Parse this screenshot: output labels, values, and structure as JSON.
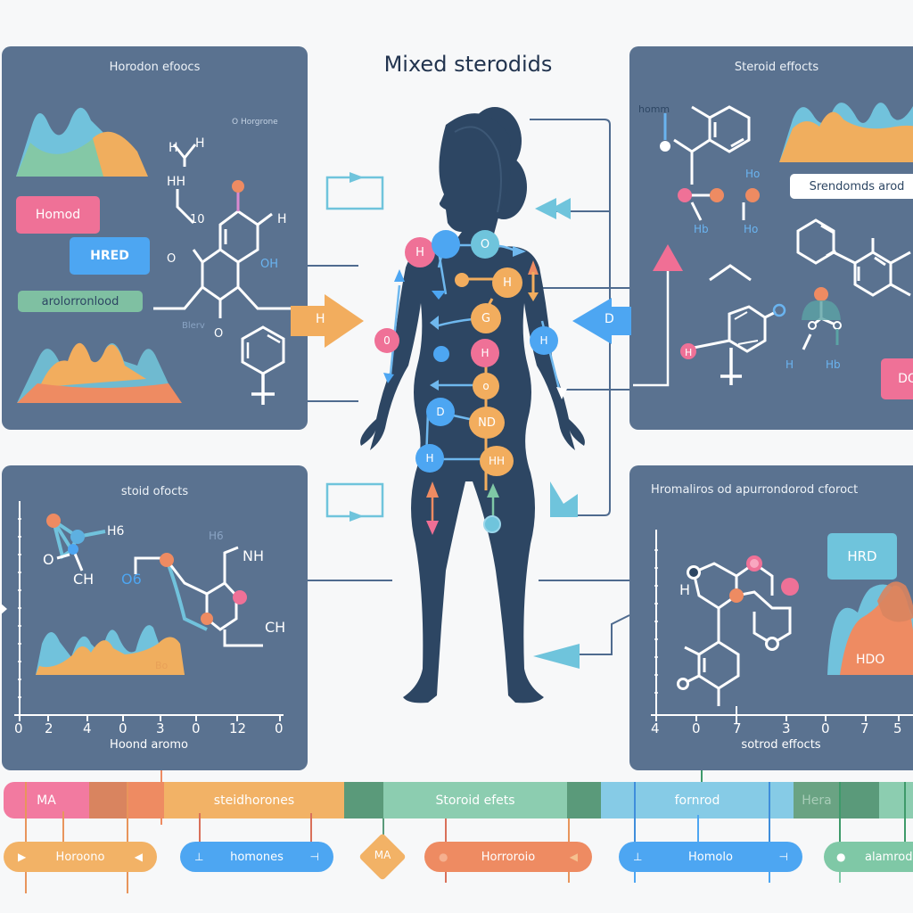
{
  "title": "Mixed sterodids",
  "colors": {
    "panel": "#5a7290",
    "body": "#2d4663",
    "pink": "#f06f95",
    "blue": "#4da6f2",
    "orange": "#f2ad5e",
    "coral": "#ee8b62",
    "green": "#7fc8a6",
    "teal": "#6fc4dc",
    "darkgreen": "#5a9a7a"
  },
  "panels": {
    "top_left": {
      "title": "Horodon efoocs",
      "chips": [
        "Homod",
        "HRED",
        "arolorronlood"
      ],
      "molecule_labels": [
        "H",
        "H",
        "HH",
        "10",
        "H",
        "OH",
        "O",
        "O"
      ],
      "side_label": "O Horgrone",
      "faint_label": "Blerv"
    },
    "top_right": {
      "title": "Steroid effocts",
      "chip": "Srendomds arod",
      "chip_pink": "DO",
      "molecule_labels": [
        "homm",
        "Ho",
        "Hb",
        "Ho",
        "H",
        "Hb"
      ]
    },
    "bottom_left": {
      "title": "stoid ofocts",
      "molecule_labels": [
        "H6",
        "O",
        "CH",
        "O6",
        "H6",
        "NH",
        "CH"
      ],
      "area_label": "Bo",
      "x_ticks": [
        "0",
        "2",
        "4",
        "0",
        "3",
        "0",
        "12",
        "0"
      ],
      "xlabel": "Hoond aromo"
    },
    "bottom_right": {
      "title": "Hromaliros od apurrondorod cforoct",
      "chip": "HRD",
      "area_label": "HDO",
      "molecule_labels": [
        "H"
      ],
      "x_ticks": [
        "4",
        "0",
        "7",
        "3",
        "0",
        "7",
        "5"
      ],
      "xlabel": "sotrod effocts"
    }
  },
  "arrows": {
    "left_arrow_label": "H",
    "right_arrow_label": "D"
  },
  "body_nodes": [
    {
      "label": "H",
      "color": "pink"
    },
    {
      "label": "",
      "color": "blue"
    },
    {
      "label": "O",
      "color": "teal"
    },
    {
      "label": "",
      "color": "orange"
    },
    {
      "label": "H",
      "color": "orange"
    },
    {
      "label": "G",
      "color": "orange"
    },
    {
      "label": "0",
      "color": "pink"
    },
    {
      "label": "H",
      "color": "blue"
    },
    {
      "label": "",
      "color": "blue"
    },
    {
      "label": "H",
      "color": "pink"
    },
    {
      "label": "o",
      "color": "orange"
    },
    {
      "label": "D",
      "color": "blue"
    },
    {
      "label": "ND",
      "color": "orange"
    },
    {
      "label": "H",
      "color": "blue"
    },
    {
      "label": "HH",
      "color": "orange"
    },
    {
      "label": "",
      "color": "teal"
    }
  ],
  "timeline": {
    "segments": [
      {
        "label": "MA",
        "color": "#f27aa0"
      },
      {
        "label": "",
        "color": "#d9845f"
      },
      {
        "label": "",
        "color": "#ee8b62"
      },
      {
        "label": "steidhorones",
        "color": "#f2b266"
      },
      {
        "label": "",
        "color": "#5a9a7a"
      },
      {
        "label": "Storoid efets",
        "color": "#8ccdb0"
      },
      {
        "label": "",
        "color": "#5a9a7a"
      },
      {
        "label": "fornrod",
        "color": "#86cbe6"
      },
      {
        "label": "Hera",
        "color": "#6aa383"
      },
      {
        "label": "",
        "color": "#5a9a7a"
      },
      {
        "label": "",
        "color": "#8ccdb0"
      }
    ],
    "pills": [
      {
        "label": "Horoono",
        "color": "#f2b266",
        "left_icon": "play-icon",
        "right_icon": "back-icon"
      },
      {
        "label": "homones",
        "color": "#4da6f2",
        "left_icon": "pin-icon",
        "right_icon": "back-icon"
      },
      {
        "label": "MA",
        "color": "#f2b266",
        "shape": "diamond"
      },
      {
        "label": "Horroroio",
        "color": "#ee8b62",
        "left_icon": "drop-icon",
        "right_icon": "back-icon"
      },
      {
        "label": "Homolo",
        "color": "#4da6f2",
        "left_icon": "pin-icon",
        "right_icon": "back-icon"
      },
      {
        "label": "alamrod",
        "color": "#7fc8a6",
        "left_icon": "drop-icon"
      }
    ]
  }
}
